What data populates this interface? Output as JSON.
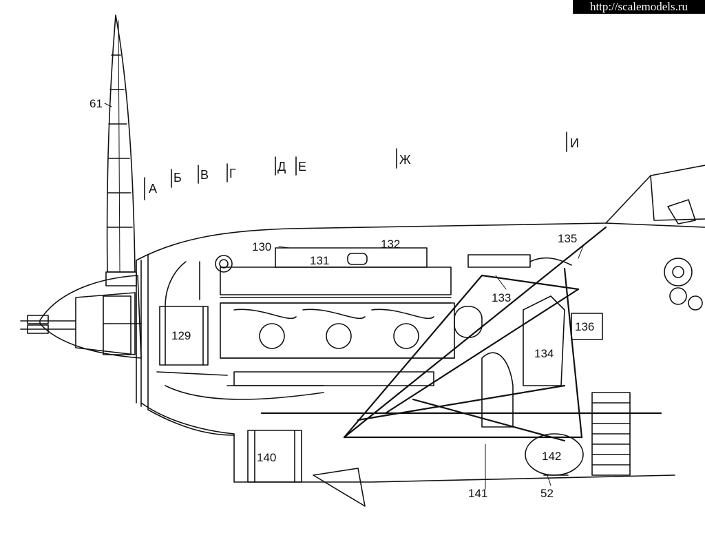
{
  "watermark": "http://scalemodels.ru",
  "section_labels": [
    "А",
    "Б",
    "В",
    "Г",
    "Д",
    "Е",
    "Ж",
    "И"
  ],
  "part_labels": {
    "p61": "61",
    "p129": "129",
    "p130": "130",
    "p131": "131",
    "p132": "132",
    "p133": "133",
    "p134": "134",
    "p135": "135",
    "p136": "136",
    "p140": "140",
    "p141": "141",
    "p142": "142",
    "p52": "52"
  }
}
